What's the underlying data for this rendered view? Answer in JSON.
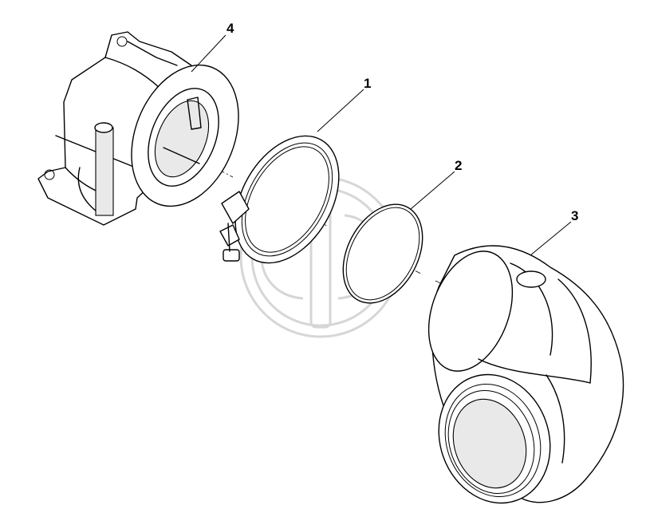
{
  "callouts": [
    {
      "id": "1",
      "label": "1"
    },
    {
      "id": "2",
      "label": "2"
    },
    {
      "id": "3",
      "label": "3"
    },
    {
      "id": "4",
      "label": "4"
    }
  ],
  "colors": {
    "line": "#000000",
    "background": "#ffffff",
    "watermark": "#d6d6d6"
  },
  "icons": {
    "watermark": "logo-watermark-icon"
  }
}
